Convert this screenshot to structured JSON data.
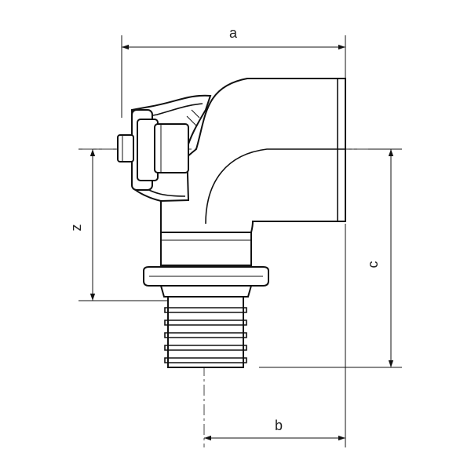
{
  "dimensions": {
    "a": "a",
    "b": "b",
    "c": "c",
    "z": "z"
  },
  "colors": {
    "line": "#111111",
    "background": "#ffffff"
  }
}
